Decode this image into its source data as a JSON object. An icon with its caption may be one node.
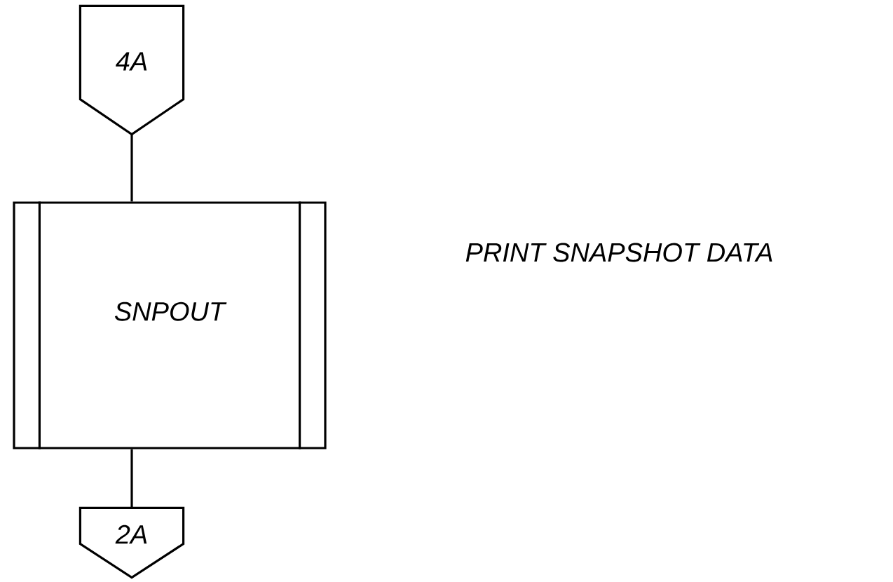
{
  "diagram": {
    "nodes": [
      {
        "text": [
          "4A"
        ]
      },
      {
        "text": [
          "SNPOUT"
        ]
      },
      {
        "text": [
          "2A"
        ]
      }
    ],
    "edges": [
      {
        "from": 0,
        "to": 1,
        "arrow": "none"
      },
      {
        "from": 1,
        "to": 2,
        "arrow": "none"
      }
    ],
    "labels": [
      "PRINT SNAPSHOT DATA"
    ]
  }
}
